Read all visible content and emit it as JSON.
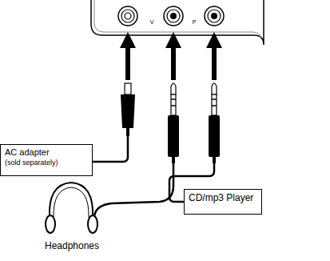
{
  "diagram": {
    "nodes": [
      {
        "text": [
          "AC adapter",
          "(sold separately)"
        ]
      },
      {
        "text": [
          "CD/mp3 Player"
        ]
      }
    ],
    "labels": [
      "Headphones",
      "V",
      "P"
    ]
  }
}
